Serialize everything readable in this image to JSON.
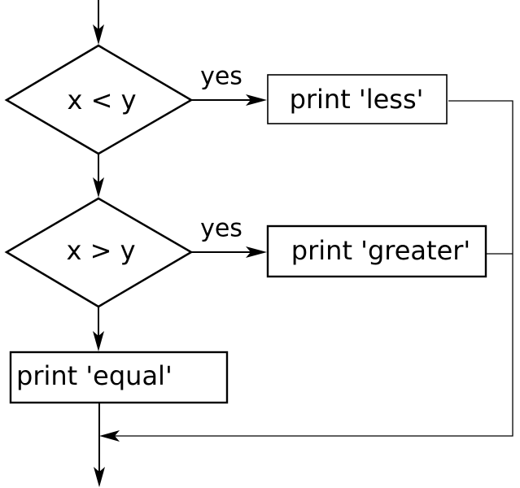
{
  "diagram": {
    "decisions": [
      {
        "condition": "x < y",
        "branch_label": "yes"
      },
      {
        "condition": "x > y",
        "branch_label": "yes"
      }
    ],
    "actions": [
      {
        "text": "print 'less'"
      },
      {
        "text": "print 'greater'"
      },
      {
        "text": "print 'equal'"
      }
    ],
    "colors": {
      "stroke": "#000000",
      "background": "#ffffff"
    }
  }
}
